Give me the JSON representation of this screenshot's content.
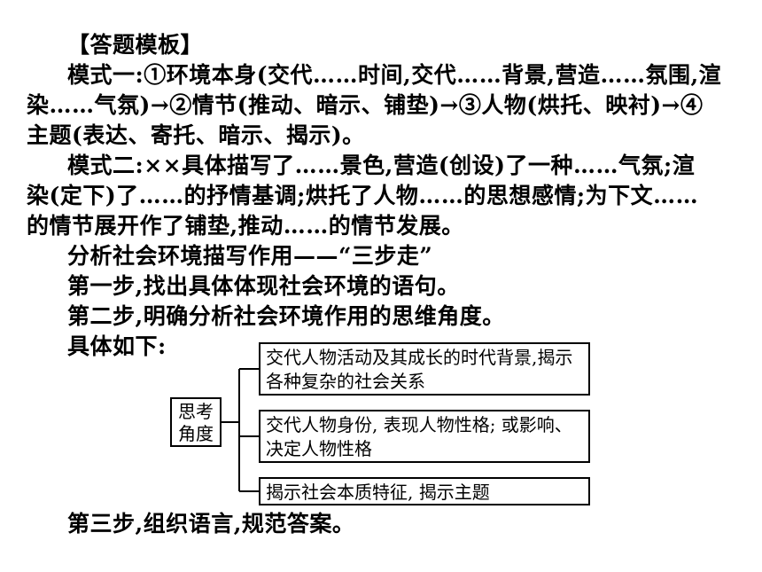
{
  "template_title": "【答题模板】",
  "mode_one": {
    "line1": "模式一:①环境本身(交代……时间,交代……背景,营造……氛围,渲",
    "line2": "染……气氛)→②情节(推动、暗示、铺垫)→③人物(烘托、映衬)→④",
    "line3": "主题(表达、寄托、暗示、揭示)。"
  },
  "mode_two": {
    "line1": "模式二:××具体描写了……景色,营造(创设)了一种……气氛;渲",
    "line2": "染(定下)了……的抒情基调;烘托了人物……的思想感情;为下文……",
    "line3": "的情节展开作了铺垫,推动……的情节发展。"
  },
  "social_analysis_title": "分析社会环境描写作用——“三步走”",
  "step_one": "第一步,找出具体体现社会环境的语句。",
  "step_two": "第二步,明确分析社会环境作用的思维角度。",
  "details_intro": "具体如下:",
  "diagram": {
    "center_line1": "思考",
    "center_line2": "角度",
    "branch1": "交代人物活动及其成长的时代背景,揭示各种复杂的社会关系",
    "branch2": "交代人物身份, 表现人物性格; 或影响、决定人物性格",
    "branch3": "揭示社会本质特征, 揭示主题"
  },
  "step_three": "第三步,组织语言,规范答案。"
}
